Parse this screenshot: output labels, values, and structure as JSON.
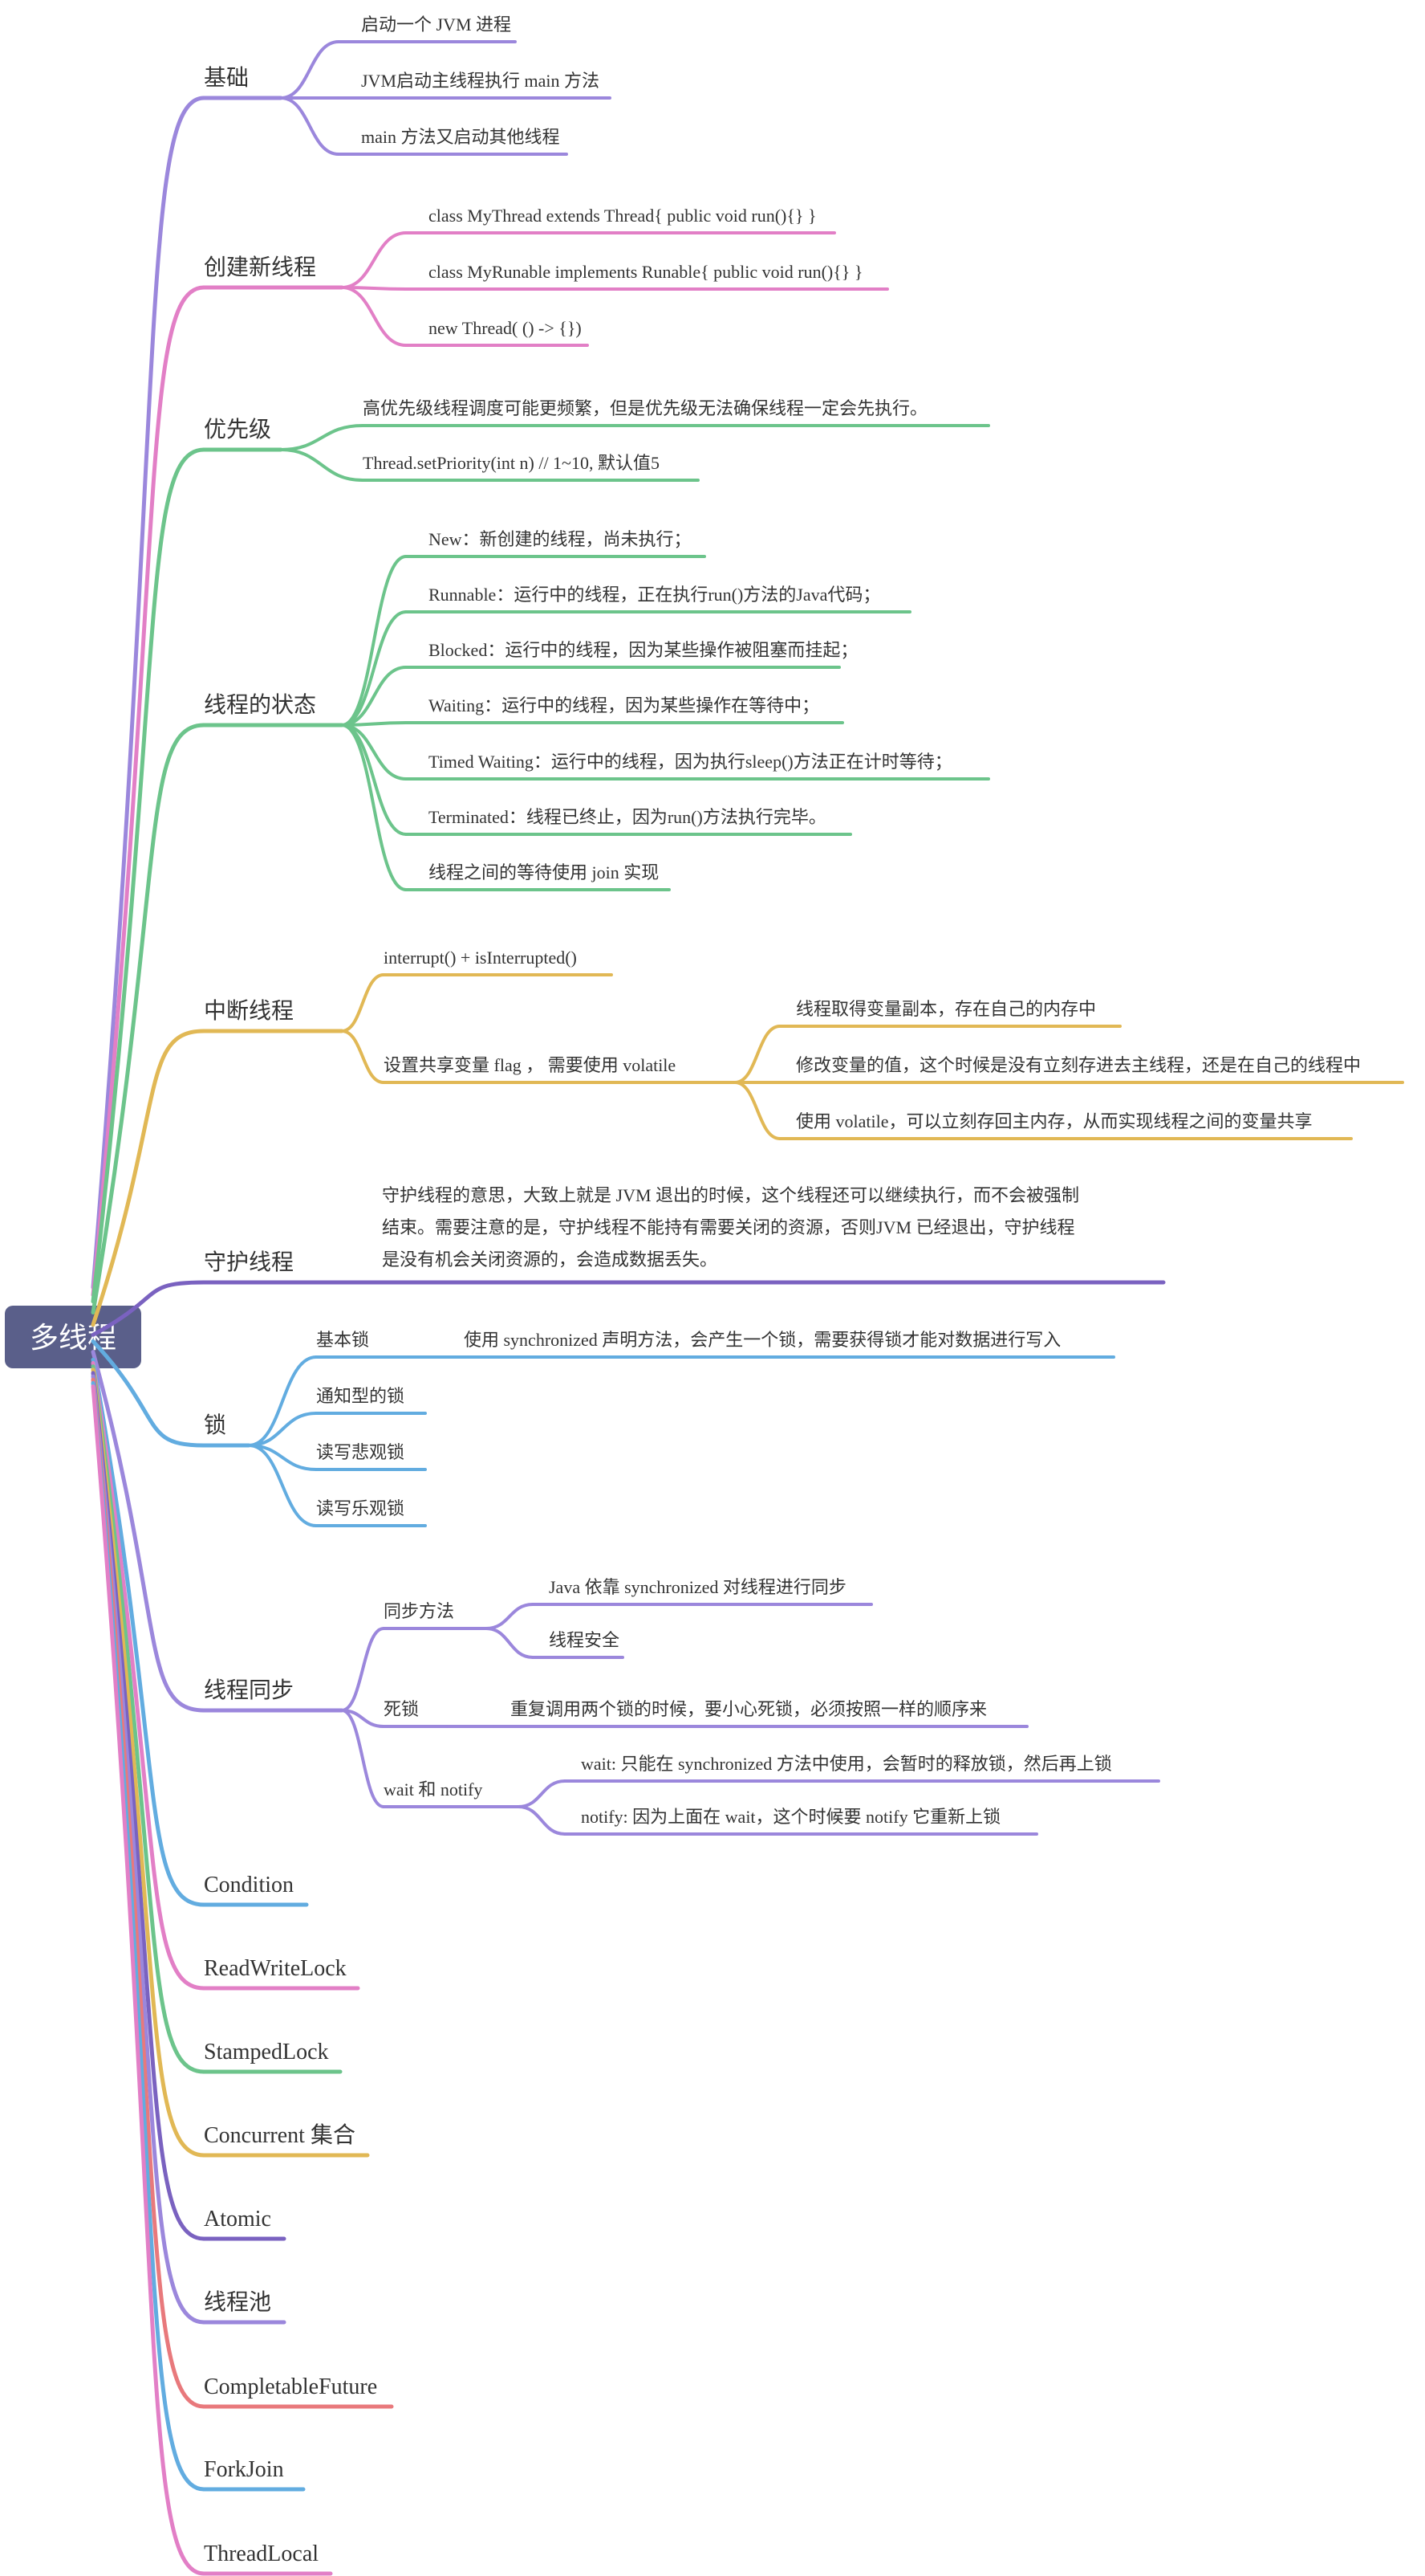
{
  "colors": {
    "root_bg": "#5a5f8a",
    "root_text": "#ffffff",
    "text": "#333333",
    "purple": "#9b87dc",
    "pink": "#e27fc6",
    "green": "#6cc48b",
    "yellow": "#e1b855",
    "indigo": "#7a62c0",
    "blue": "#62ace0",
    "red": "#e8797c"
  },
  "root": {
    "label": "多线程"
  },
  "branches": [
    {
      "id": "basics",
      "label": "基础",
      "color": "purple",
      "children": [
        {
          "label": "启动一个 JVM 进程"
        },
        {
          "label": "JVM启动主线程执行 main 方法"
        },
        {
          "label": "main 方法又启动其他线程"
        }
      ]
    },
    {
      "id": "create-thread",
      "label": "创建新线程",
      "color": "pink",
      "children": [
        {
          "label": "class MyThread extends Thread{ public void run(){} }"
        },
        {
          "label": "class MyRunable implements Runable{ public void run(){} }"
        },
        {
          "label": "new Thread( () -> {})"
        }
      ]
    },
    {
      "id": "priority",
      "label": "优先级",
      "color": "green",
      "children": [
        {
          "label": "高优先级线程调度可能更频繁，但是优先级无法确保线程一定会先执行。"
        },
        {
          "label": "Thread.setPriority(int n) // 1~10, 默认值5"
        }
      ]
    },
    {
      "id": "thread-state",
      "label": "线程的状态",
      "color": "green",
      "children": [
        {
          "label": "New：新创建的线程，尚未执行；"
        },
        {
          "label": "Runnable：运行中的线程，正在执行run()方法的Java代码；"
        },
        {
          "label": "Blocked：运行中的线程，因为某些操作被阻塞而挂起；"
        },
        {
          "label": "Waiting：运行中的线程，因为某些操作在等待中；"
        },
        {
          "label": "Timed Waiting：运行中的线程，因为执行sleep()方法正在计时等待；"
        },
        {
          "label": "Terminated：线程已终止，因为run()方法执行完毕。"
        },
        {
          "label": "线程之间的等待使用 join 实现"
        }
      ]
    },
    {
      "id": "interrupt",
      "label": "中断线程",
      "color": "yellow",
      "children": [
        {
          "label": "interrupt() + isInterrupted()"
        },
        {
          "label": "设置共享变量 flag ， 需要使用 volatile",
          "children": [
            {
              "label": "线程取得变量副本，存在自己的内存中"
            },
            {
              "label": "修改变量的值，这个时候是没有立刻存进去主线程，还是在自己的线程中"
            },
            {
              "label": "使用 volatile，可以立刻存回主内存，从而实现线程之间的变量共享"
            }
          ]
        }
      ]
    },
    {
      "id": "daemon",
      "label": "守护线程",
      "color": "indigo",
      "note_lines": [
        "守护线程的意思，大致上就是 JVM 退出的时候，这个线程还可以继续执行，而不会被强制",
        "结束。需要注意的是，守护线程不能持有需要关闭的资源，否则JVM 已经退出，守护线程",
        "是没有机会关闭资源的，会造成数据丢失。"
      ]
    },
    {
      "id": "lock",
      "label": "锁",
      "color": "blue",
      "children": [
        {
          "label": "基本锁",
          "children": [
            {
              "label": "使用 synchronized 声明方法，会产生一个锁，需要获得锁才能对数据进行写入"
            }
          ]
        },
        {
          "label": "通知型的锁"
        },
        {
          "label": "读写悲观锁"
        },
        {
          "label": "读写乐观锁"
        }
      ]
    },
    {
      "id": "sync",
      "label": "线程同步",
      "color": "purple",
      "children": [
        {
          "label": "同步方法",
          "children": [
            {
              "label": "Java 依靠 synchronized 对线程进行同步"
            },
            {
              "label": "线程安全"
            }
          ]
        },
        {
          "label": "死锁",
          "children": [
            {
              "label": "重复调用两个锁的时候，要小心死锁，必须按照一样的顺序来"
            }
          ]
        },
        {
          "label": "wait 和 notify",
          "children": [
            {
              "label": "wait: 只能在 synchronized 方法中使用，会暂时的释放锁，然后再上锁"
            },
            {
              "label": "notify: 因为上面在 wait，这个时候要 notify 它重新上锁"
            }
          ]
        }
      ]
    },
    {
      "id": "condition",
      "label": "Condition",
      "color": "blue"
    },
    {
      "id": "readwritelock",
      "label": "ReadWriteLock",
      "color": "pink"
    },
    {
      "id": "stampedlock",
      "label": "StampedLock",
      "color": "green"
    },
    {
      "id": "concurrent",
      "label": "Concurrent 集合",
      "color": "yellow"
    },
    {
      "id": "atomic",
      "label": "Atomic",
      "color": "indigo"
    },
    {
      "id": "threadpool",
      "label": "线程池",
      "color": "purple"
    },
    {
      "id": "completablefuture",
      "label": "CompletableFuture",
      "color": "red"
    },
    {
      "id": "forkjoin",
      "label": "ForkJoin",
      "color": "blue"
    },
    {
      "id": "threadlocal",
      "label": "ThreadLocal",
      "color": "pink"
    }
  ]
}
